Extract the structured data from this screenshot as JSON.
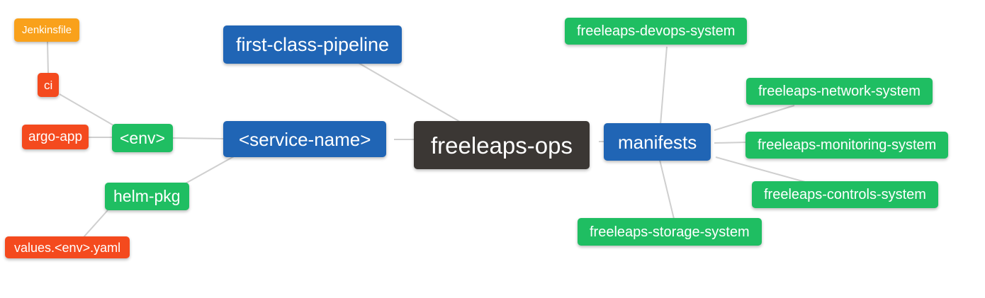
{
  "diagram": {
    "type": "mindmap",
    "title": "freeleaps-ops repository structure mind map",
    "root_id": "root",
    "nodes": {
      "root": {
        "label": "freeleaps-ops",
        "color": "#3B3734",
        "role": "root"
      },
      "first_class_pipeline": {
        "label": "first-class-pipeline",
        "color": "#2065B5",
        "role": "branch"
      },
      "service_name": {
        "label": "<service-name>",
        "color": "#2065B5",
        "role": "branch"
      },
      "manifests": {
        "label": "manifests",
        "color": "#2065B5",
        "role": "branch"
      },
      "env": {
        "label": "<env>",
        "color": "#1FBE62",
        "role": "sub-branch"
      },
      "helm_pkg": {
        "label": "helm-pkg",
        "color": "#1FBE62",
        "role": "sub-branch"
      },
      "ci": {
        "label": "ci",
        "color": "#F44A1E",
        "role": "leaf"
      },
      "argo_app": {
        "label": "argo-app",
        "color": "#F44A1E",
        "role": "leaf"
      },
      "jenkinsfile": {
        "label": "Jenkinsfile",
        "color": "#F9A11B",
        "role": "leaf"
      },
      "values_env_yaml": {
        "label": "values.<env>.yaml",
        "color": "#F44A1E",
        "role": "leaf"
      },
      "devops_system": {
        "label": "freeleaps-devops-system",
        "color": "#1FBE62",
        "role": "leaf"
      },
      "network_system": {
        "label": "freeleaps-network-system",
        "color": "#1FBE62",
        "role": "leaf"
      },
      "monitoring_system": {
        "label": "freeleaps-monitoring-system",
        "color": "#1FBE62",
        "role": "leaf"
      },
      "controls_system": {
        "label": "freeleaps-controls-system",
        "color": "#1FBE62",
        "role": "leaf"
      },
      "storage_system": {
        "label": "freeleaps-storage-system",
        "color": "#1FBE62",
        "role": "leaf"
      }
    },
    "edges": [
      {
        "from": "root",
        "to": "first_class_pipeline"
      },
      {
        "from": "root",
        "to": "service_name"
      },
      {
        "from": "root",
        "to": "manifests"
      },
      {
        "from": "service_name",
        "to": "env"
      },
      {
        "from": "service_name",
        "to": "helm_pkg"
      },
      {
        "from": "env",
        "to": "ci"
      },
      {
        "from": "env",
        "to": "argo_app"
      },
      {
        "from": "ci",
        "to": "jenkinsfile"
      },
      {
        "from": "helm_pkg",
        "to": "values_env_yaml"
      },
      {
        "from": "manifests",
        "to": "devops_system"
      },
      {
        "from": "manifests",
        "to": "network_system"
      },
      {
        "from": "manifests",
        "to": "monitoring_system"
      },
      {
        "from": "manifests",
        "to": "controls_system"
      },
      {
        "from": "manifests",
        "to": "storage_system"
      }
    ],
    "style": {
      "background": "#FFFFFF",
      "connector_color": "#CFCFCF",
      "node_text_color": "#FFFFFF"
    }
  }
}
